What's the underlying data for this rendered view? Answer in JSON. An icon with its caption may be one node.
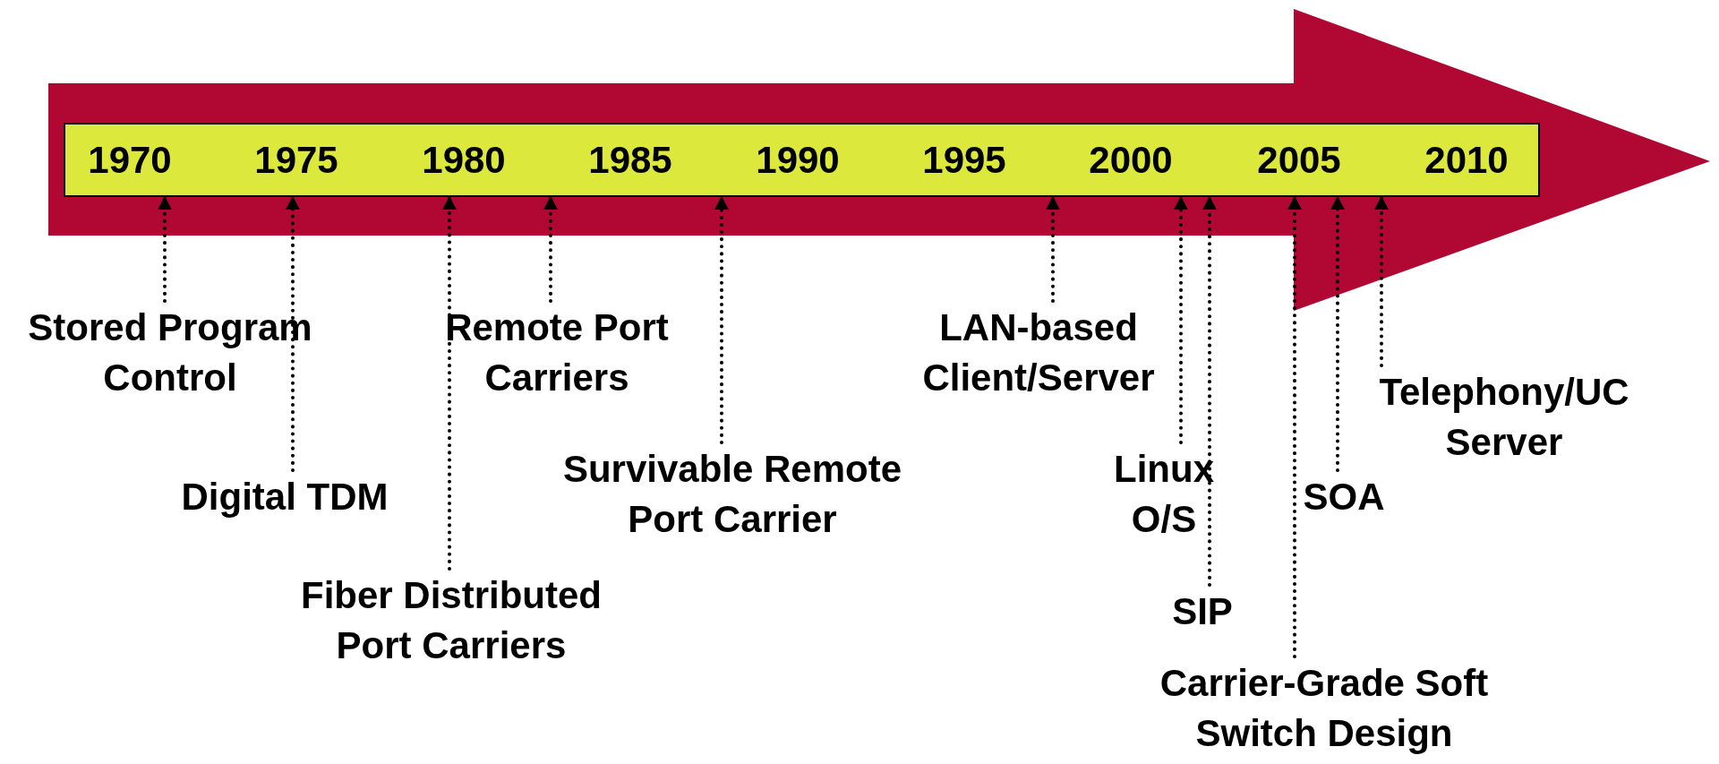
{
  "diagram": {
    "nodes": [
      {
        "text": [
          "1970",
          "1975",
          "1980",
          "1985",
          "1990",
          "1995",
          "2000",
          "2005",
          "2010"
        ]
      },
      {
        "text": [
          "Stored Program Control"
        ]
      },
      {
        "text": [
          "Digital TDM"
        ]
      },
      {
        "text": [
          "Fiber Distributed Port Carriers"
        ]
      },
      {
        "text": [
          "Remote Port Carriers"
        ]
      },
      {
        "text": [
          "Survivable Remote Port Carrier"
        ]
      },
      {
        "text": [
          "LAN-based Client/Server"
        ]
      },
      {
        "text": [
          "Linux O/S"
        ]
      },
      {
        "text": [
          "SIP"
        ]
      },
      {
        "text": [
          "Carrier-Grade Soft Switch Design"
        ]
      },
      {
        "text": [
          "SOA"
        ]
      },
      {
        "text": [
          "Telephony/UC Server"
        ]
      }
    ],
    "edges": [
      {
        "from": 1,
        "to": 0,
        "arrow": "to"
      },
      {
        "from": 2,
        "to": 0,
        "arrow": "to"
      },
      {
        "from": 3,
        "to": 0,
        "arrow": "to"
      },
      {
        "from": 4,
        "to": 0,
        "arrow": "to"
      },
      {
        "from": 5,
        "to": 0,
        "arrow": "to"
      },
      {
        "from": 6,
        "to": 0,
        "arrow": "to"
      },
      {
        "from": 7,
        "to": 0,
        "arrow": "to"
      },
      {
        "from": 8,
        "to": 0,
        "arrow": "to"
      },
      {
        "from": 9,
        "to": 0,
        "arrow": "to"
      },
      {
        "from": 10,
        "to": 0,
        "arrow": "to"
      },
      {
        "from": 11,
        "to": 0,
        "arrow": "to"
      }
    ]
  }
}
